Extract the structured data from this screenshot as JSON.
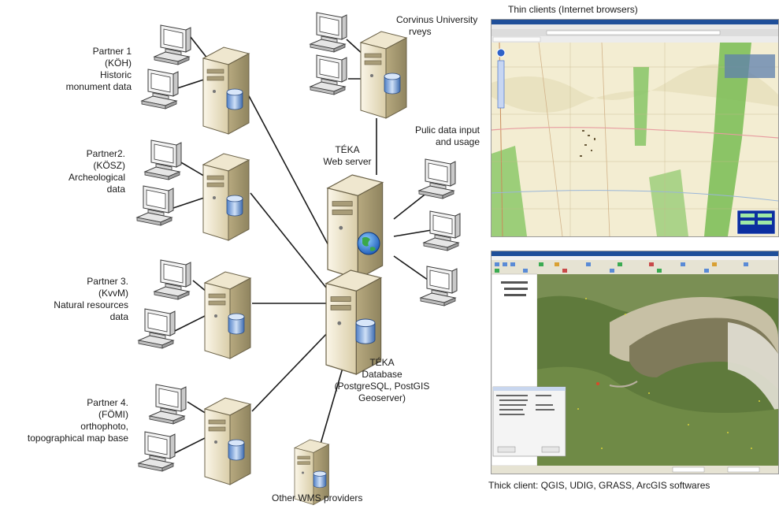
{
  "partners": [
    {
      "line1": "Partner 1",
      "line2": "(KÖH)",
      "line3": "Historic",
      "line4": "monument data"
    },
    {
      "line1": "Partner2.",
      "line2": "(KÖSZ)",
      "line3": "Archeological",
      "line4": "data"
    },
    {
      "line1": "Partner 3.",
      "line2": "(KvvM)",
      "line3": "Natural resources",
      "line4": "data"
    },
    {
      "line1": "Partner 4.",
      "line2": "(FÖMI)",
      "line3": "orthophoto,",
      "line4": "topographical map base"
    }
  ],
  "corvinus": {
    "line1": "Corvinus University",
    "line2": "rveys"
  },
  "public": {
    "line1": "Pulic data input",
    "line2": "and usage"
  },
  "webserver": {
    "line1": "TÉKA",
    "line2": "Web server"
  },
  "database": {
    "line1": "TÉKA",
    "line2": "Database",
    "line3": "(PostgreSQL, PostGIS",
    "line4": "Geoserver)"
  },
  "wms": {
    "label": "Other WMS providers"
  },
  "thin": {
    "caption": "Thin clients (Internet browsers)"
  },
  "thick": {
    "caption": "Thick client: QGIS, UDIG, GRASS, ArcGIS softwares"
  }
}
